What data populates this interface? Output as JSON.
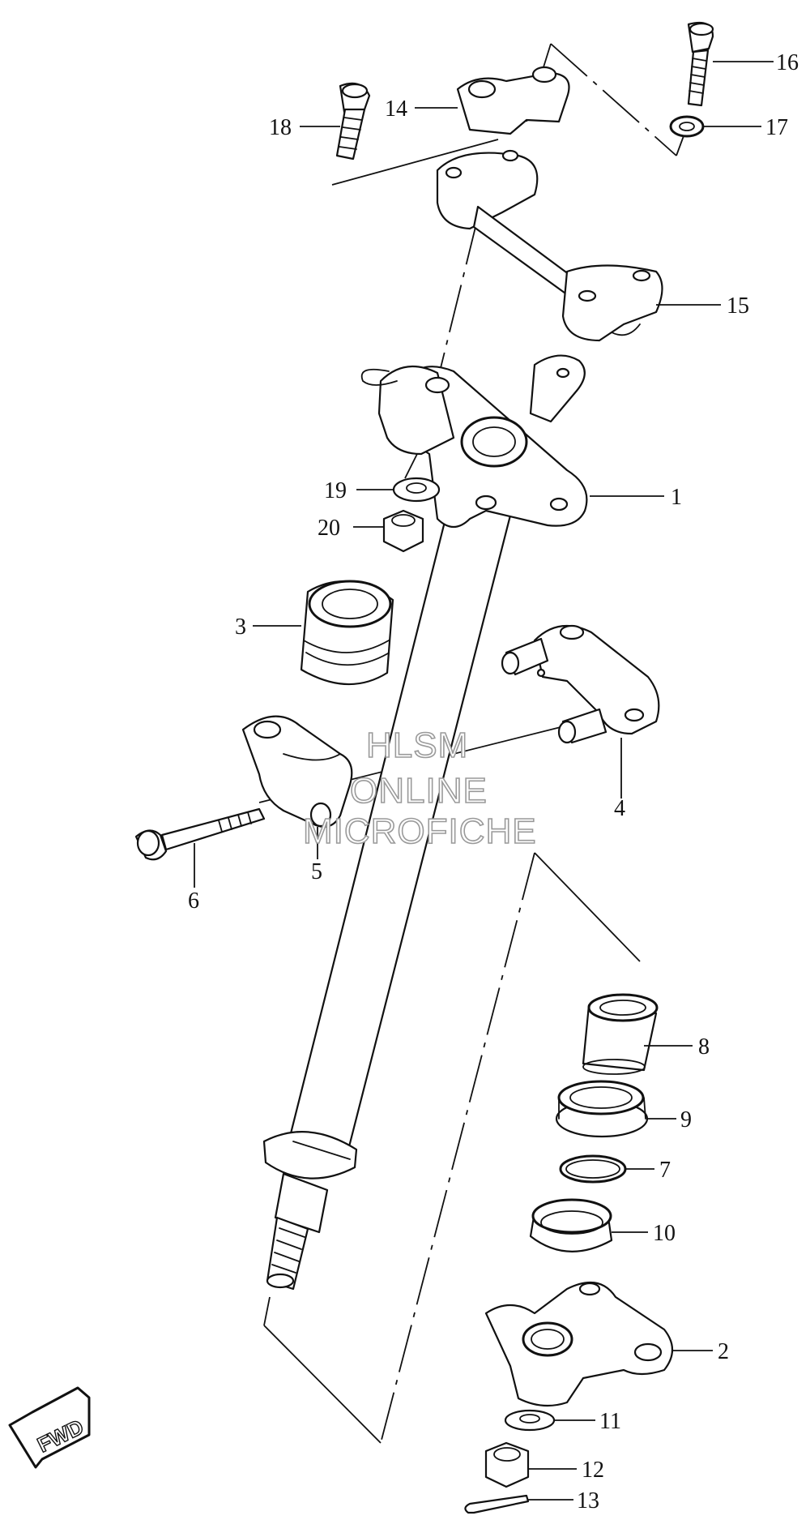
{
  "diagram": {
    "watermark": {
      "line1": "HLSM",
      "line2": "ONLINE",
      "line3": "MICROFICHE"
    },
    "fwd_label": "FWD",
    "callouts": [
      {
        "id": "1",
        "text": "1"
      },
      {
        "id": "2",
        "text": "2"
      },
      {
        "id": "3",
        "text": "3"
      },
      {
        "id": "4",
        "text": "4"
      },
      {
        "id": "5",
        "text": "5"
      },
      {
        "id": "6",
        "text": "6"
      },
      {
        "id": "7",
        "text": "7"
      },
      {
        "id": "8",
        "text": "8"
      },
      {
        "id": "9",
        "text": "9"
      },
      {
        "id": "10",
        "text": "10"
      },
      {
        "id": "11",
        "text": "11"
      },
      {
        "id": "12",
        "text": "12"
      },
      {
        "id": "13",
        "text": "13"
      },
      {
        "id": "14",
        "text": "14"
      },
      {
        "id": "15",
        "text": "15"
      },
      {
        "id": "16",
        "text": "16"
      },
      {
        "id": "17",
        "text": "17"
      },
      {
        "id": "18",
        "text": "18"
      },
      {
        "id": "19",
        "text": "19"
      },
      {
        "id": "20",
        "text": "20"
      }
    ]
  }
}
